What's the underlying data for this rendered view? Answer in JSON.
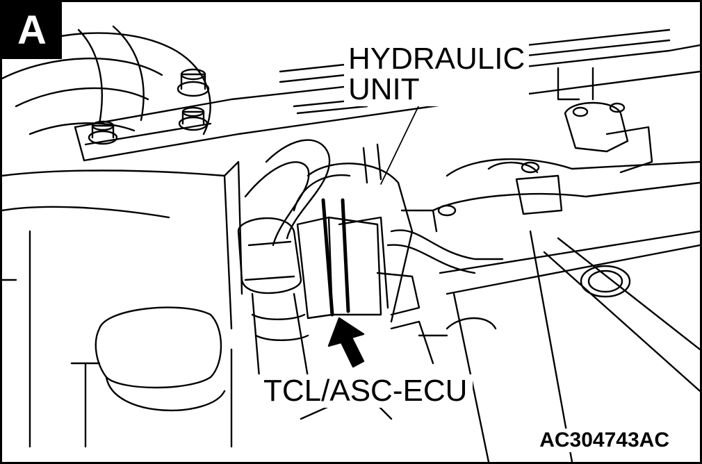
{
  "panel_letter": "A",
  "labels": {
    "hydraulic_unit_line1": "HYDRAULIC",
    "hydraulic_unit_line2": "UNIT",
    "ecu": "TCL/ASC-ECU"
  },
  "figure_id": "AC304743AC",
  "colors": {
    "line": "#000000",
    "background": "#ffffff"
  }
}
